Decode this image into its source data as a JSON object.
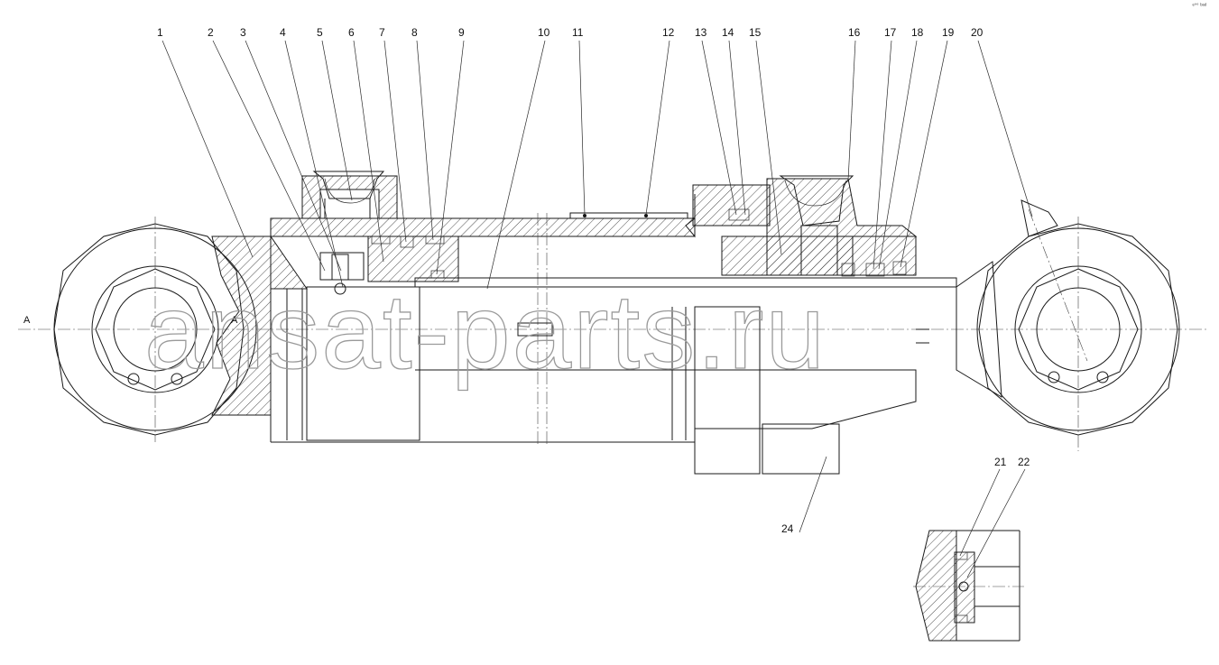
{
  "drawing": {
    "corner_mark": "ᵉ°° ᵇᵃᵈ",
    "section_marks": [
      "A",
      "A"
    ],
    "watermark": "ansat-parts.ru",
    "callouts": [
      {
        "num": "1"
      },
      {
        "num": "2"
      },
      {
        "num": "3"
      },
      {
        "num": "4"
      },
      {
        "num": "5"
      },
      {
        "num": "6"
      },
      {
        "num": "7"
      },
      {
        "num": "8"
      },
      {
        "num": "9"
      },
      {
        "num": "10"
      },
      {
        "num": "11"
      },
      {
        "num": "12"
      },
      {
        "num": "13"
      },
      {
        "num": "14"
      },
      {
        "num": "15"
      },
      {
        "num": "16"
      },
      {
        "num": "17"
      },
      {
        "num": "18"
      },
      {
        "num": "19"
      },
      {
        "num": "20"
      },
      {
        "num": "21"
      },
      {
        "num": "22"
      },
      {
        "num": "24"
      }
    ]
  }
}
